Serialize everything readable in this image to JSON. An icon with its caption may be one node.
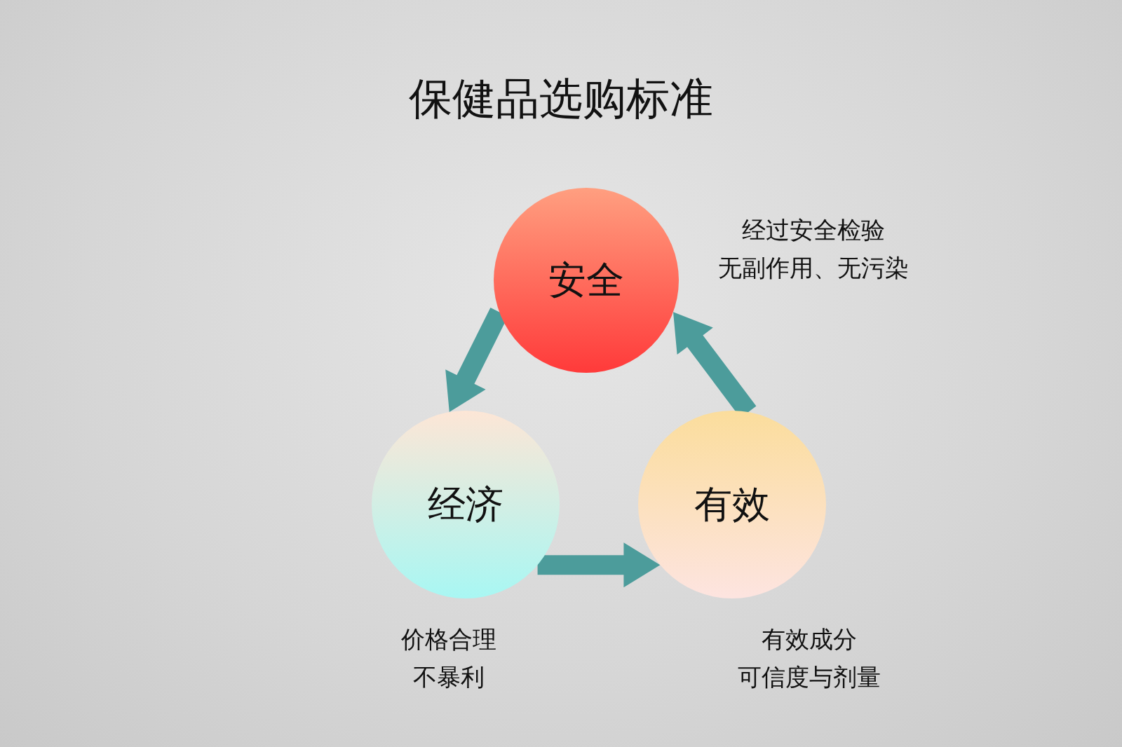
{
  "diagram": {
    "title": "保健品选购标准",
    "nodes": [
      {
        "text": [
          "安全"
        ],
        "beside": [
          "经过安全检验",
          "无副作用、无污染"
        ]
      },
      {
        "text": [
          "经济"
        ],
        "beside": [
          "价格合理",
          "不暴利"
        ]
      },
      {
        "text": [
          "有效"
        ],
        "beside": [
          "有效成分",
          "可信度与剂量"
        ]
      }
    ],
    "edges": [
      {
        "from": 0,
        "to": 1,
        "arrow": "to"
      },
      {
        "from": 1,
        "to": 2,
        "arrow": "to"
      },
      {
        "from": 2,
        "to": 0,
        "arrow": "to"
      }
    ]
  }
}
